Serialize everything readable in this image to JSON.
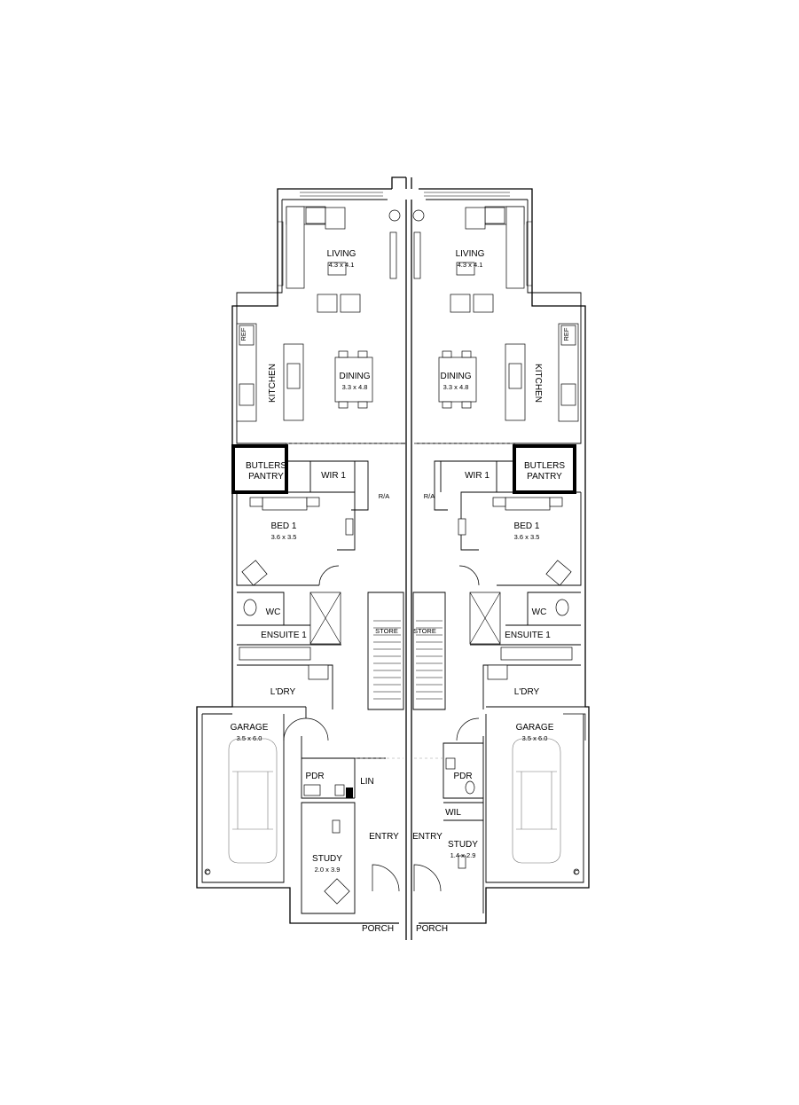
{
  "units": {
    "left": {
      "living": {
        "name": "LIVING",
        "size": "4.3 x 4.1"
      },
      "dining": {
        "name": "DINING",
        "size": "3.3 x 4.8"
      },
      "kitchen": {
        "name": "KITCHEN"
      },
      "ref": {
        "name": "REF"
      },
      "butlers_l1": "BUTLERS",
      "butlers_l2": "PANTRY",
      "wir": {
        "name": "WIR 1"
      },
      "ra": {
        "name": "R/A"
      },
      "bed1": {
        "name": "BED 1",
        "size": "3.6 x 3.5"
      },
      "wc": {
        "name": "WC"
      },
      "ensuite": {
        "name": "ENSUITE 1"
      },
      "store": {
        "name": "STORE"
      },
      "ldry": {
        "name": "L'DRY"
      },
      "garage": {
        "name": "GARAGE",
        "size": "3.5 x 6.0"
      },
      "pdr": {
        "name": "PDR"
      },
      "lin": {
        "name": "LIN"
      },
      "entry": {
        "name": "ENTRY"
      },
      "study": {
        "name": "STUDY",
        "size": "2.0 x 3.9"
      },
      "porch": {
        "name": "PORCH"
      },
      "hws": {
        "name": "C"
      }
    },
    "right": {
      "living": {
        "name": "LIVING",
        "size": "4.3 x 4.1"
      },
      "dining": {
        "name": "DINING",
        "size": "3.3 x 4.8"
      },
      "kitchen": {
        "name": "KITCHEN"
      },
      "ref": {
        "name": "REF"
      },
      "butlers_l1": "BUTLERS",
      "butlers_l2": "PANTRY",
      "wir": {
        "name": "WIR 1"
      },
      "ra": {
        "name": "R/A"
      },
      "bed1": {
        "name": "BED 1",
        "size": "3.6 x 3.5"
      },
      "wc": {
        "name": "WC"
      },
      "ensuite": {
        "name": "ENSUITE 1"
      },
      "store": {
        "name": "STORE"
      },
      "ldry": {
        "name": "L'DRY"
      },
      "garage": {
        "name": "GARAGE",
        "size": "3.5 x 6.0"
      },
      "pdr": {
        "name": "PDR"
      },
      "wil": {
        "name": "WIL"
      },
      "entry": {
        "name": "ENTRY"
      },
      "study": {
        "name": "STUDY",
        "size": "1.4 x 2.9"
      },
      "porch": {
        "name": "PORCH"
      },
      "hws": {
        "name": "C"
      }
    }
  }
}
